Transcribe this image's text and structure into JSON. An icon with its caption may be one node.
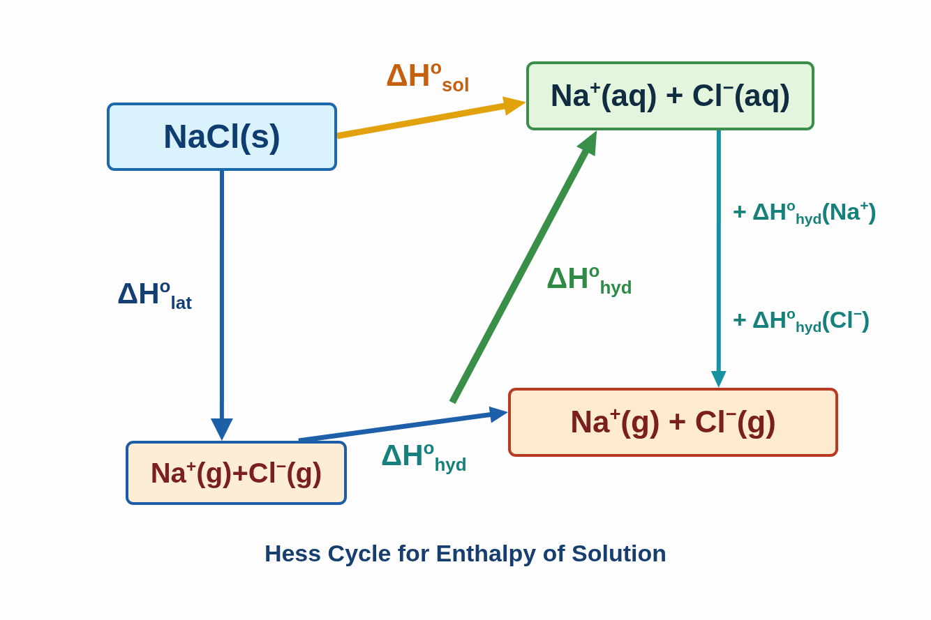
{
  "diagram": {
    "title": "Hess Cycle for Enthalpy of Solution",
    "nodes": [
      {
        "text": [
          "NaCl(s)"
        ]
      },
      {
        "text": [
          "Na$^{+}$(aq) + Cl$^{−}$(aq)"
        ]
      },
      {
        "text": [
          "Na$^{+}$(g)+Cl$^{−}$(g)"
        ]
      },
      {
        "text": [
          "Na$^{+}$(g) + Cl$^{−}$(g)"
        ]
      }
    ],
    "edges": [
      {
        "from": 0,
        "to": 1,
        "arrow": "to",
        "label": "ΔH$^{o}$$_{sol}$",
        "color": "#e2a20e"
      },
      {
        "from": 0,
        "to": 2,
        "arrow": "to",
        "label": "ΔH$^{o}$$_{lat}$"
      },
      {
        "from": 2,
        "to": 3,
        "arrow": "to",
        "label": "ΔH$^{o}$$_{hyd}$"
      },
      {
        "from": null,
        "to": 1,
        "arrow": "to",
        "label": "ΔH$^{o}$$_{hyd}$",
        "color": "#3a8f48"
      },
      {
        "from": 1,
        "to": 3,
        "arrow": "to",
        "color": "#1591a1"
      }
    ],
    "labels": [
      "+ ΔH$^{o}$$_{hyd}$(Na$^{+}$)",
      "+ ΔH$^{o}$$_{hyd}$(Cl$^{−}$)"
    ]
  }
}
